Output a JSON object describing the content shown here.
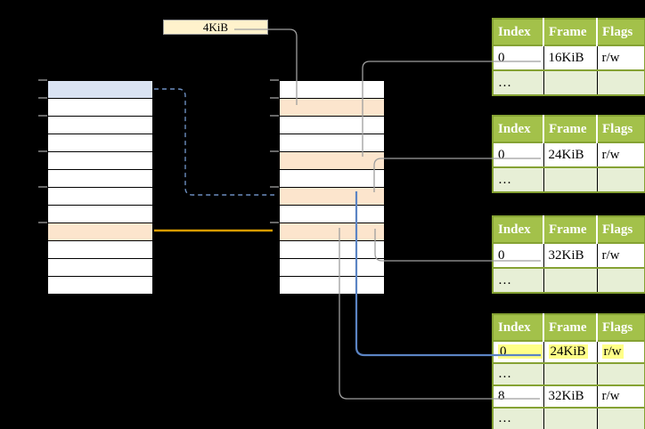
{
  "page_size_label": "4KiB",
  "colors": {
    "bg": "#000000",
    "row_blue": "#dae3f3",
    "row_orange": "#fce5cd",
    "label_fill": "#fff2cc",
    "label_border": "#999999",
    "green_header": "#a3c14a",
    "green_border": "#85a233",
    "green_row_alt": "#e7efd6",
    "green_header_text": "#ffffff",
    "highlight_yellow": "#ffff88",
    "arrow_gray": "#9e9e9e",
    "arrow_blue_dashed": "#6c8ebf",
    "arrow_blue_solid": "#5b84c4",
    "arrow_orange": "#d79b00",
    "tick_gray": "#8a8a8a"
  },
  "virtual_memory": {
    "row_count": 12,
    "blue_row_index": 0,
    "orange_row_index": 8,
    "tick_row_indices": [
      0,
      1,
      2,
      4,
      6,
      8
    ]
  },
  "physical_memory": {
    "row_count": 12,
    "orange_row_indices": [
      1,
      4,
      6,
      8
    ],
    "tick_row_indices": [
      0,
      1,
      2,
      4,
      6,
      8
    ]
  },
  "page_tables": [
    {
      "id": "page-table-1",
      "headers": [
        "Index",
        "Frame",
        "Flags"
      ],
      "rows": [
        {
          "cells": [
            "0",
            "16KiB",
            "r/w"
          ],
          "shaded": false,
          "highlighted": false
        },
        {
          "cells": [
            "…",
            "",
            ""
          ],
          "shaded": true,
          "highlighted": false
        }
      ]
    },
    {
      "id": "page-table-2",
      "headers": [
        "Index",
        "Frame",
        "Flags"
      ],
      "rows": [
        {
          "cells": [
            "0",
            "24KiB",
            "r/w"
          ],
          "shaded": false,
          "highlighted": false
        },
        {
          "cells": [
            "…",
            "",
            ""
          ],
          "shaded": true,
          "highlighted": false
        }
      ]
    },
    {
      "id": "page-table-3",
      "headers": [
        "Index",
        "Frame",
        "Flags"
      ],
      "rows": [
        {
          "cells": [
            "0",
            "32KiB",
            "r/w"
          ],
          "shaded": false,
          "highlighted": false
        },
        {
          "cells": [
            "…",
            "",
            ""
          ],
          "shaded": true,
          "highlighted": false
        }
      ]
    },
    {
      "id": "page-table-4",
      "headers": [
        "Index",
        "Frame",
        "Flags"
      ],
      "rows": [
        {
          "cells": [
            "0",
            "24KiB",
            "r/w"
          ],
          "shaded": false,
          "highlighted": true
        },
        {
          "cells": [
            "…",
            "",
            ""
          ],
          "shaded": true,
          "highlighted": false
        },
        {
          "cells": [
            "8",
            "32KiB",
            "r/w"
          ],
          "shaded": false,
          "highlighted": false
        },
        {
          "cells": [
            "…",
            "",
            ""
          ],
          "shaded": true,
          "highlighted": false
        }
      ]
    }
  ],
  "arrows": [
    {
      "name": "page-size-to-frame",
      "from": "4KiB label",
      "to": "physical column row 2",
      "color": "#9e9e9e",
      "style": "solid"
    },
    {
      "name": "table1-frame-16kib",
      "from": "page-table-1 row 0",
      "to": "physical column row 5",
      "color": "#9e9e9e",
      "style": "solid"
    },
    {
      "name": "table2-frame-24kib",
      "from": "page-table-2 row 0",
      "to": "physical column row 7",
      "color": "#9e9e9e",
      "style": "solid"
    },
    {
      "name": "table3-frame-32kib",
      "from": "page-table-3 row 0",
      "to": "physical column row 9",
      "color": "#9e9e9e",
      "style": "solid"
    },
    {
      "name": "table4-frame-24kib",
      "from": "page-table-4 row 0",
      "to": "physical column row 7",
      "color": "#5b84c4",
      "style": "solid"
    },
    {
      "name": "table4-frame-32kib",
      "from": "page-table-4 row 8",
      "to": "physical column row 9",
      "color": "#9e9e9e",
      "style": "solid"
    },
    {
      "name": "virtual-blue-mapping",
      "from": "virtual column blue row",
      "to": "physical column row 7",
      "color": "#6c8ebf",
      "style": "dashed"
    },
    {
      "name": "virtual-orange-mapping",
      "from": "virtual column orange row",
      "to": "physical column row 9",
      "color": "#d79b00",
      "style": "solid"
    }
  ]
}
